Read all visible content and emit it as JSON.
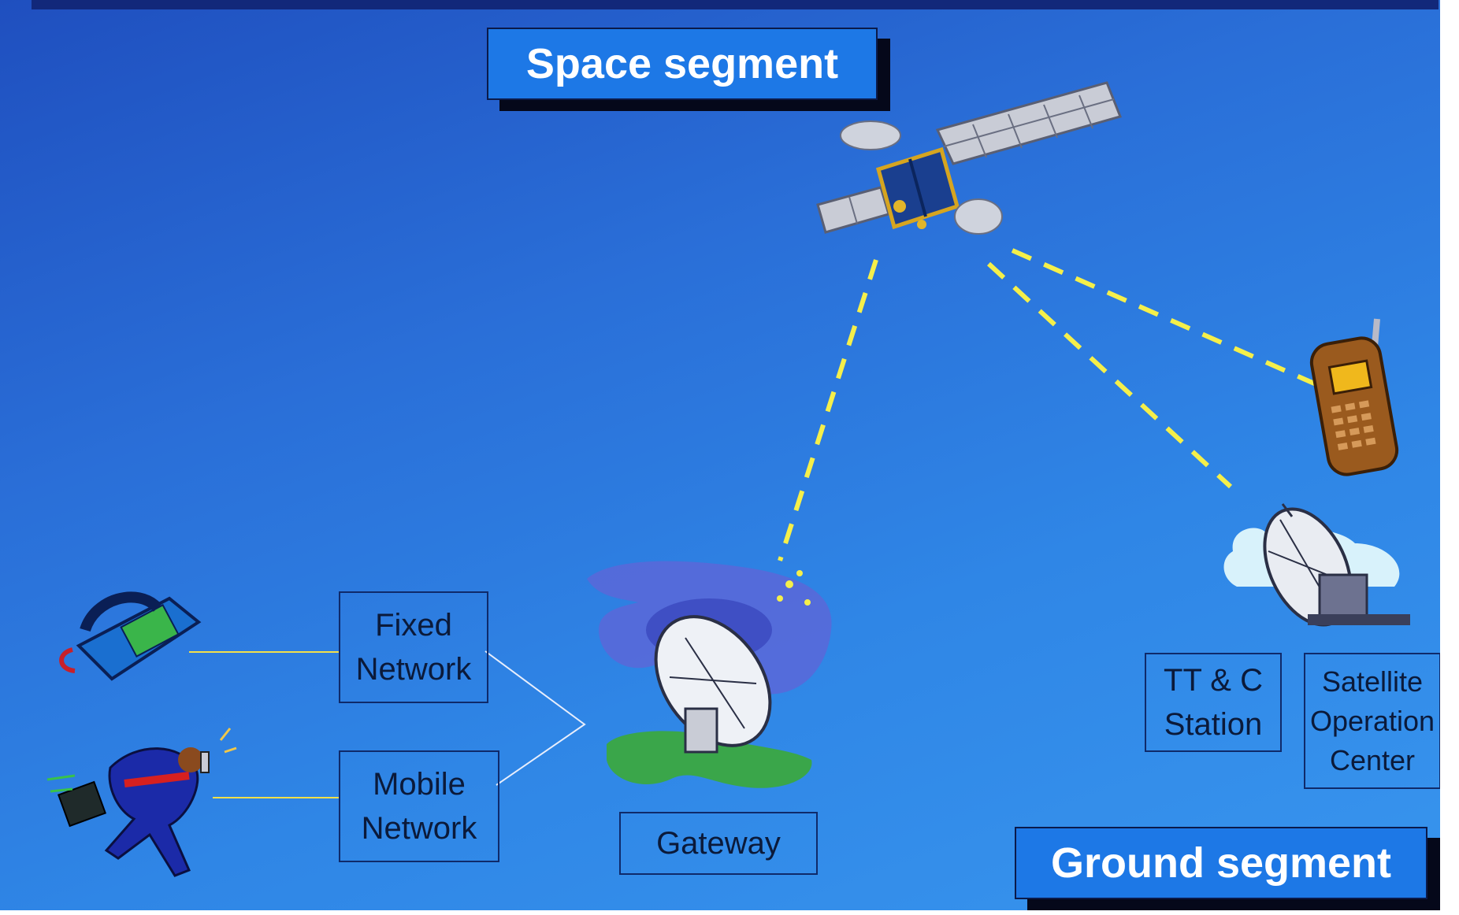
{
  "titles": {
    "space": "Space segment",
    "ground": "Ground segment"
  },
  "boxes": {
    "fixed_network": [
      "Fixed",
      "Network"
    ],
    "mobile_network": [
      "Mobile",
      "Network"
    ],
    "gateway": "Gateway",
    "ttc_station": [
      "TT & C",
      "Station"
    ],
    "satellite_operation_center": [
      "Satellite",
      "Operation",
      "Center"
    ]
  },
  "icons": {
    "satellite": "satellite-icon",
    "phone": "desk-phone-icon",
    "mobile_user": "running-man-with-phone-icon",
    "handset": "mobile-handset-icon",
    "gateway_dish": "gateway-dish-icon",
    "ttc_dish": "ttc-dish-icon"
  },
  "colors": {
    "background_dark": "#1f4fbf",
    "background_light": "#3895ee",
    "title_fill": "#1d78e6",
    "link_dashes": "#f5ef4a",
    "connector_yellow": "#f3e04a",
    "connector_white": "#e8eefc"
  }
}
